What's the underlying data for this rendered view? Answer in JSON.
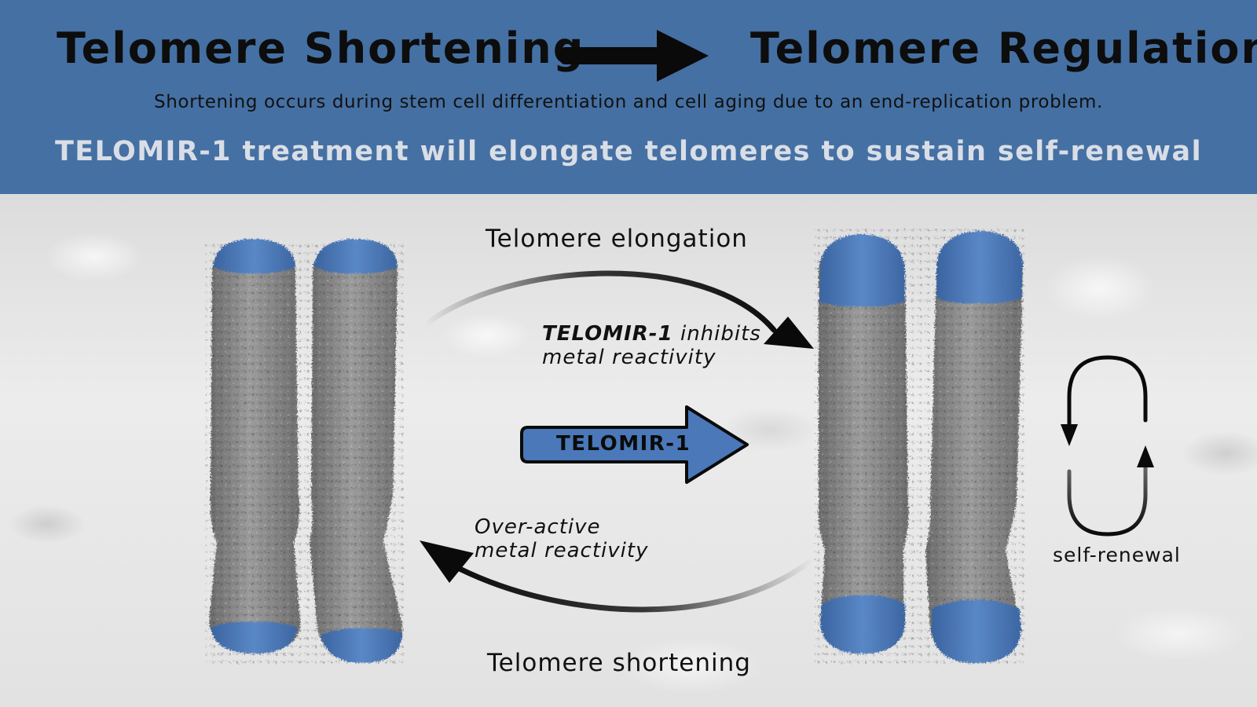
{
  "header": {
    "title_left": "Telomere Shortening",
    "title_right": "Telomere Regulation",
    "subtitle": "Shortening occurs during stem cell differentiation and cell aging due to an end-replication problem.",
    "tagline": "TELOMIR-1 treatment will elongate telomeres to sustain self-renewal"
  },
  "diagram": {
    "elongation_label": "Telomere elongation",
    "shortening_label": "Telomere shortening",
    "inhibits_drug": "TELOMIR-1",
    "inhibits_rest": " inhibits",
    "inhibits_line2": "metal reactivity",
    "overactive_line1": "Over-active",
    "overactive_line2": "metal reactivity",
    "drug_arrow_label": "TELOMIR-1",
    "self_renewal_label": "self-renewal"
  },
  "colors": {
    "header_blue": "#4570a3",
    "telomere_blue": "#4a78b8",
    "chromatid_gray": "#8b8b8b",
    "arrow_black": "#0a0a0a"
  },
  "icons": {
    "header_arrow": "right-arrow-icon",
    "drug_arrow": "block-right-arrow-icon",
    "cycle": "cycle-arrows-icon"
  }
}
